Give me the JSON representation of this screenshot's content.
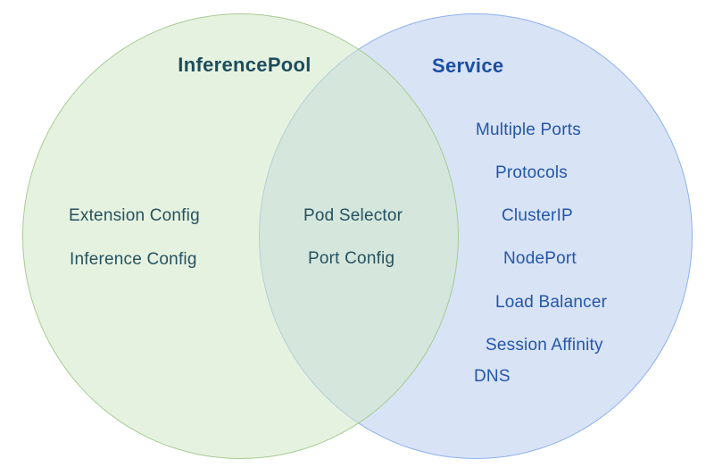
{
  "page": {
    "background_color": "#ffffff",
    "diagram_type": "venn"
  },
  "venn": {
    "left_circle": {
      "title": "InferencePool",
      "title_color": "#1d4c5b",
      "fill_color": "#e4f0e0",
      "border_color": "#a6cc93",
      "item_color": "#26525f",
      "items": [
        "Extension Config",
        "Inference Config"
      ]
    },
    "overlap": {
      "fill_color": "#d5e6dc",
      "item_color": "#26525f",
      "items": [
        "Pod Selector",
        "Port Config"
      ]
    },
    "right_circle": {
      "title": "Service",
      "title_color": "#1b4fa0",
      "fill_color": "#d8e3f6",
      "border_color": "#8fb0ec",
      "item_color": "#2456aa",
      "items": [
        "Multiple Ports",
        "Protocols",
        "ClusterIP",
        "NodePort",
        "Load Balancer",
        "Session Affinity",
        "DNS"
      ]
    }
  }
}
